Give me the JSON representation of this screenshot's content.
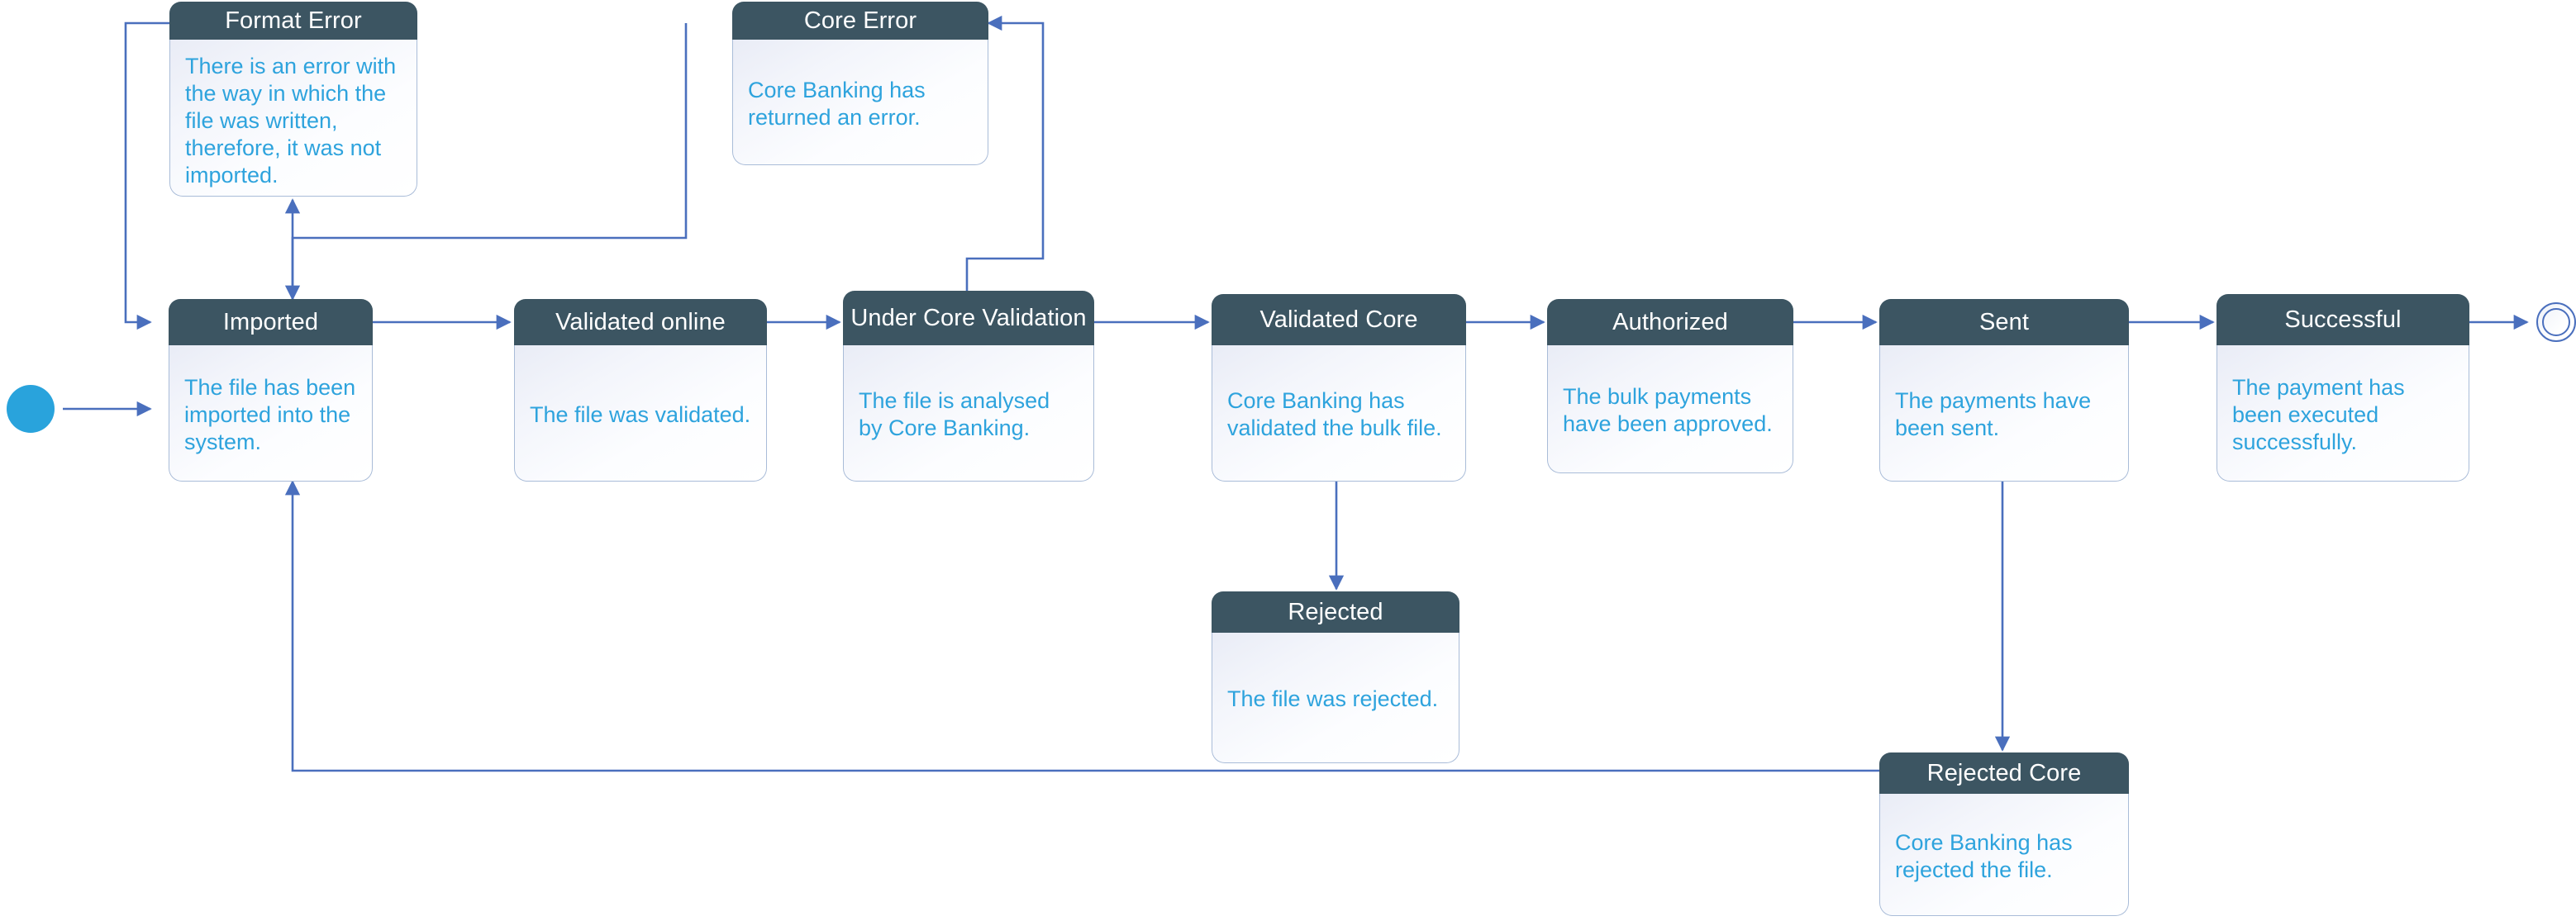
{
  "diagram": {
    "title": "Bulk Payment File State Diagram",
    "type": "state-machine",
    "colors": {
      "header_bg": "#3c5562",
      "header_text": "#ffffff",
      "body_text": "#2ea3dd",
      "body_border": "#a9bcd8",
      "connector": "#4a6fbd",
      "start_node": "#29a3dc",
      "canvas_bg": "#ffffff"
    }
  },
  "nodes": {
    "start": {
      "name": "start-node",
      "shape": "filled-circle"
    },
    "end": {
      "name": "end-node",
      "shape": "double-circle"
    },
    "format_error": {
      "title": "Format Error",
      "description": "There is an error with the way in which the file was written, therefore, it was not imported."
    },
    "core_error": {
      "title": "Core Error",
      "description": "Core Banking has returned an error."
    },
    "imported": {
      "title": "Imported",
      "description": "The file has been imported into the system."
    },
    "validated_online": {
      "title": "Validated online",
      "description": "The file was validated."
    },
    "under_core_validation": {
      "title": "Under Core Validation",
      "description": "The file is analysed by Core Banking."
    },
    "validated_core": {
      "title": "Validated Core",
      "description": "Core Banking has validated the bulk file."
    },
    "authorized": {
      "title": "Authorized",
      "description": "The bulk payments have been approved."
    },
    "sent": {
      "title": "Sent",
      "description": "The payments have been sent."
    },
    "successful": {
      "title": "Successful",
      "description": "The payment has been executed successfully."
    },
    "rejected": {
      "title": "Rejected",
      "description": "The file was rejected."
    },
    "rejected_core": {
      "title": "Rejected Core",
      "description": "Core Banking has rejected the file."
    }
  },
  "transitions": [
    {
      "from": "start",
      "to": "imported"
    },
    {
      "from": "imported",
      "to": "validated_online"
    },
    {
      "from": "validated_online",
      "to": "under_core_validation"
    },
    {
      "from": "under_core_validation",
      "to": "validated_core"
    },
    {
      "from": "validated_core",
      "to": "authorized"
    },
    {
      "from": "authorized",
      "to": "sent"
    },
    {
      "from": "sent",
      "to": "successful"
    },
    {
      "from": "successful",
      "to": "end"
    },
    {
      "from": "imported",
      "to": "format_error"
    },
    {
      "from": "format_error",
      "to": "imported"
    },
    {
      "from": "under_core_validation",
      "to": "core_error"
    },
    {
      "from": "core_error",
      "to": "imported"
    },
    {
      "from": "validated_core",
      "to": "rejected"
    },
    {
      "from": "sent",
      "to": "rejected_core"
    },
    {
      "from": "rejected_core",
      "to": "imported"
    }
  ]
}
